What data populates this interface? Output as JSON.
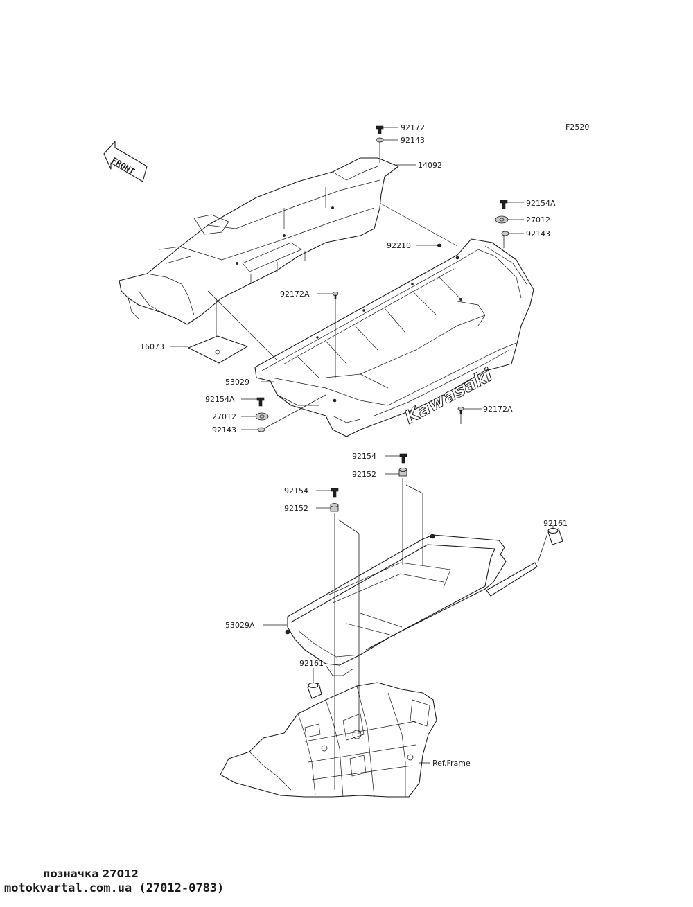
{
  "diagram_code": "F2520",
  "front_label": "FRONT",
  "brand_text": "Kawasaki",
  "part_labels": {
    "p92172": "92172",
    "p92143_top": "92143",
    "p14092": "14092",
    "p92154A_right": "92154A",
    "p27012_right": "27012",
    "p92143_right": "92143",
    "p92210": "92210",
    "p92172A_left": "92172A",
    "p16073": "16073",
    "p53029": "53029",
    "p92154A_left": "92154A",
    "p27012_left": "27012",
    "p92143_left": "92143",
    "p92172A_right": "92172A",
    "p92154_right": "92154",
    "p92152_right": "92152",
    "p92154_left": "92154",
    "p92152_left": "92152",
    "p92161_right": "92161",
    "p53029A": "53029A",
    "p92161_left": "92161",
    "ref_frame": "Ref.Frame"
  },
  "footer": {
    "caption": "позначка 27012",
    "site": "motokvartal.com.ua (27012-0783)"
  }
}
